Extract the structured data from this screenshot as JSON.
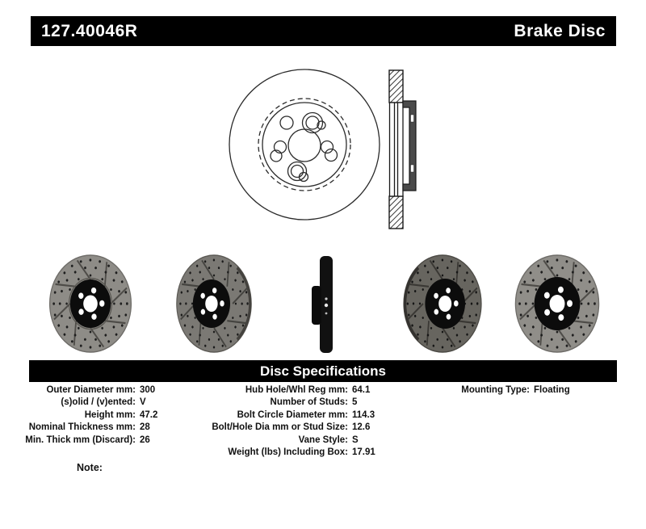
{
  "header": {
    "part_number": "127.40046R",
    "product_type": "Brake Disc"
  },
  "spec_section": {
    "title": "Disc Specifications"
  },
  "specs": {
    "columns": [
      {
        "rows": [
          {
            "label": "Outer Diameter mm:",
            "value": "300"
          },
          {
            "label": "(s)olid / (v)ented:",
            "value": "V"
          },
          {
            "label": "Height mm:",
            "value": "47.2"
          },
          {
            "label": "Nominal Thickness mm:",
            "value": "28"
          },
          {
            "label": "Min. Thick mm (Discard):",
            "value": "26"
          }
        ]
      },
      {
        "rows": [
          {
            "label": "Hub Hole/Whl Reg mm:",
            "value": "64.1"
          },
          {
            "label": "Number of Studs:",
            "value": "5"
          },
          {
            "label": "Bolt Circle Diameter mm:",
            "value": "114.3"
          },
          {
            "label": "Bolt/Hole Dia mm or Stud Size:",
            "value": "12.6"
          },
          {
            "label": "Vane Style:",
            "value": "S"
          },
          {
            "label": "Weight (lbs) Including Box:",
            "value": "17.91"
          }
        ]
      },
      {
        "rows": [
          {
            "label": "Mounting Type:",
            "value": "Floating"
          }
        ]
      }
    ]
  },
  "note": {
    "label": "Note:"
  },
  "colors": {
    "bar_background": "#000000",
    "bar_text": "#ffffff",
    "rotor_gray_light": "#8e8c87",
    "rotor_gray_medium": "#7b7974",
    "rotor_gray_dark": "#67655f",
    "hat_black": "#0c0c0c",
    "drawing_line": "#2b2b2b"
  }
}
